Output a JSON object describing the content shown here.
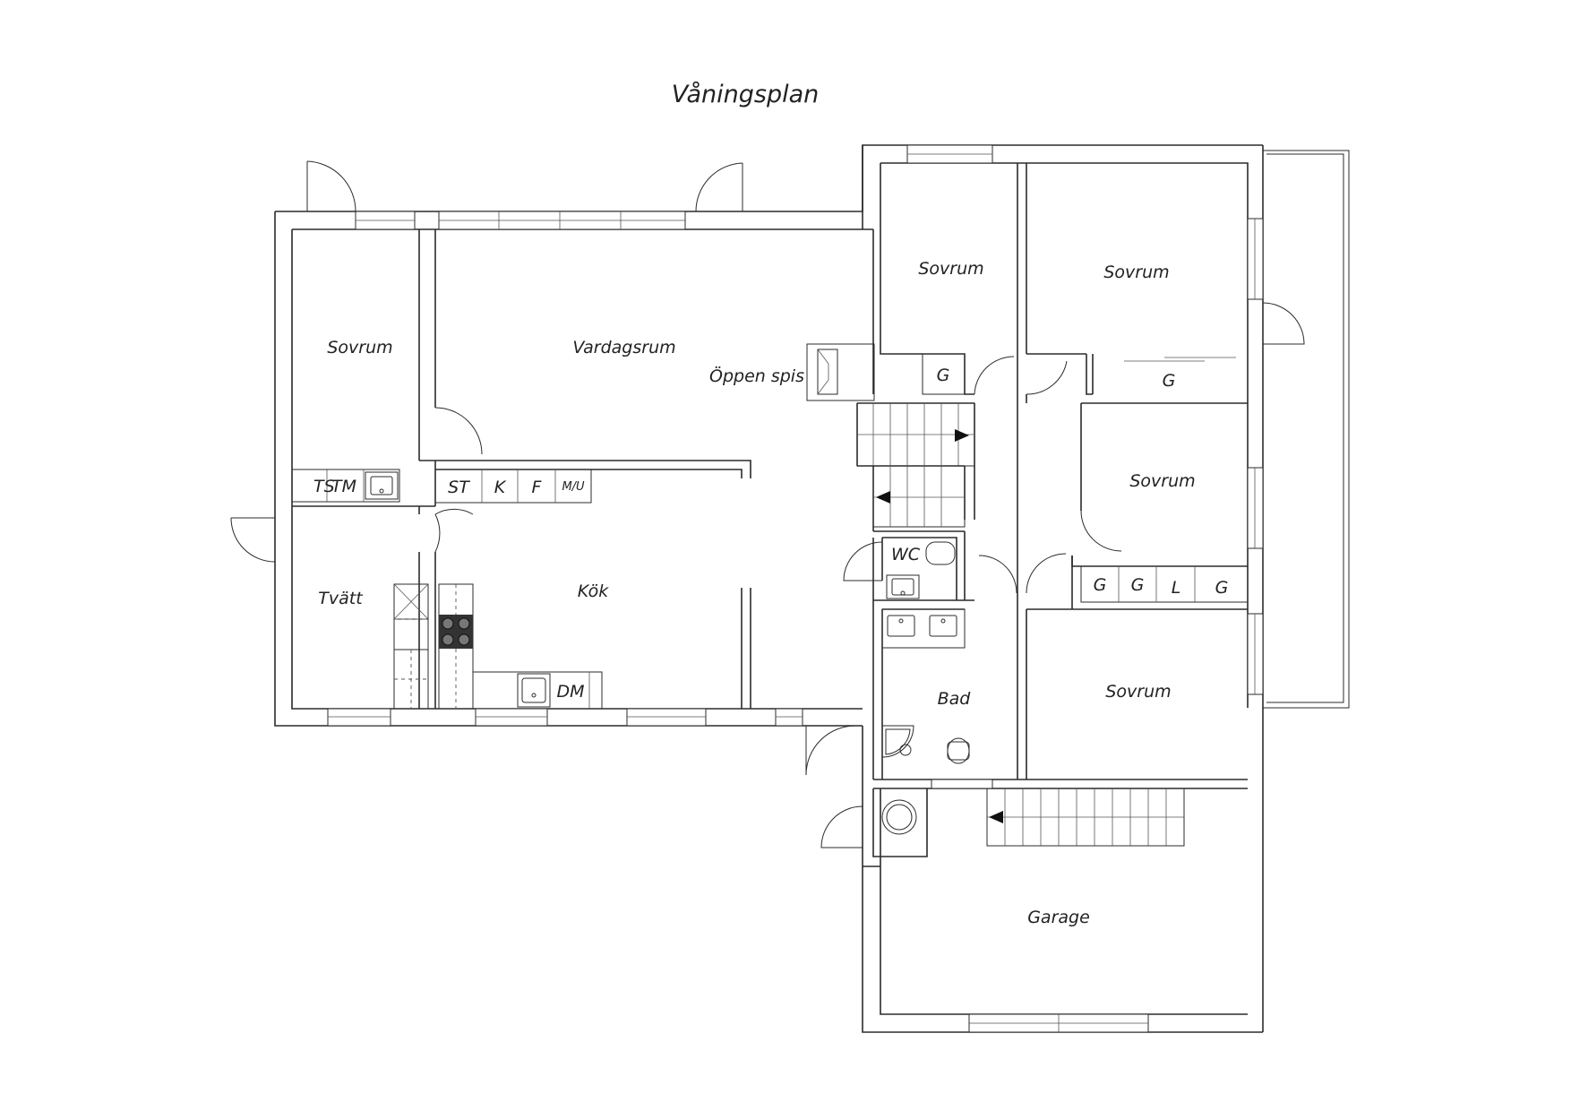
{
  "title": "Våningsplan",
  "rooms": {
    "sovrum_left": "Sovrum",
    "vardagsrum": "Vardagsrum",
    "oppen_spis": "Öppen spis",
    "sovrum_top1": "Sovrum",
    "sovrum_top2": "Sovrum",
    "sovrum_mid": "Sovrum",
    "sovrum_bottom": "Sovrum",
    "tvatt": "Tvätt",
    "kok": "Kök",
    "wc": "WC",
    "bad": "Bad",
    "garage": "Garage"
  },
  "fixtures": {
    "ts": "TS",
    "tm": "TM",
    "st": "ST",
    "k": "K",
    "f": "F",
    "mu": "M/U",
    "dm": "DM",
    "g_top1": "G",
    "g_top2": "G",
    "g_row": [
      "G",
      "G",
      "L",
      "G"
    ]
  }
}
